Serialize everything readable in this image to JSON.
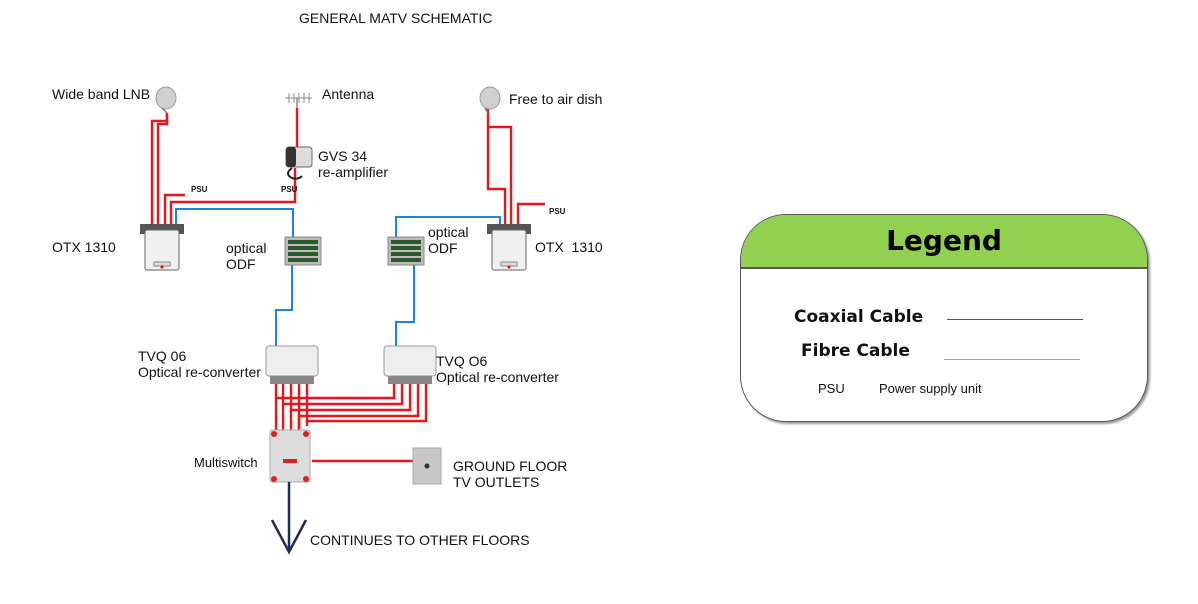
{
  "title": "GENERAL MATV SCHEMATIC",
  "components": {
    "lnb": "Wide band LNB",
    "antenna": "Antenna",
    "amplifier_model": "GVS 34",
    "amplifier_desc": "re-amplifier",
    "psu_small": "PSU",
    "fta_dish": "Free to air dish",
    "otx_left": "OTX 1310",
    "otx_right": "OTX  1310",
    "odf_left_line1": "optical",
    "odf_left_line2": "ODF",
    "odf_right_line1": "optical",
    "odf_right_line2": "ODF",
    "tvq_left_model": "TVQ 06",
    "tvq_left_desc": "Optical re-converter",
    "tvq_right_model": "TVQ O6",
    "tvq_right_desc": "Optical re-converter",
    "multiswitch": "Multiswitch",
    "outlets_line1": "GROUND FLOOR",
    "outlets_line2": "TV OUTLETS",
    "continues": "CONTINUES TO OTHER FLOORS"
  },
  "legend": {
    "title": "Legend",
    "items": [
      {
        "label": "Coaxial Cable",
        "color": "#e02020"
      },
      {
        "label": "Fibre Cable",
        "color": "#5fb6f0"
      }
    ],
    "abbrev": {
      "key": "PSU",
      "meaning": "Power supply unit"
    }
  },
  "colors": {
    "coax": "#e8161b",
    "fibre": "#1f82e0",
    "arrow": "#1f2a55",
    "legend_header": "#92d050"
  }
}
